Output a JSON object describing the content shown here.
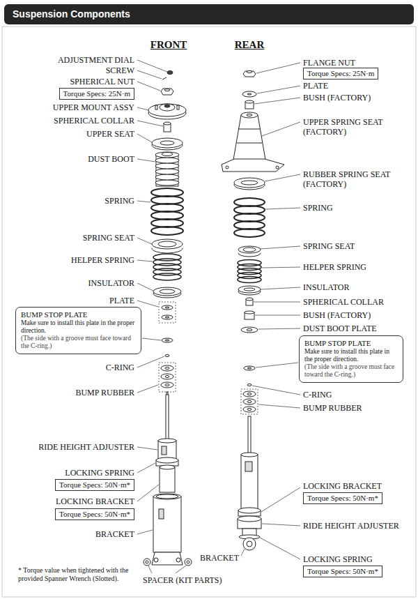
{
  "diagram": {
    "title": "Suspension Components",
    "nodes": [
      {
        "text": [
          "Torque Specs: 25N·m"
        ]
      },
      {
        "text": [
          "Torque Specs: 25N·m"
        ]
      },
      {
        "text": [
          "BUMP STOP PLATE",
          "Make sure to install this plate in the proper direction.",
          "(The side with a groove must face toward the C-ring.)"
        ]
      },
      {
        "text": [
          "BUMP STOP PLATE",
          "Make sure to install this plate in the proper direction.",
          "(The side with a groove must face toward the C-ring.)"
        ]
      },
      {
        "text": [
          "Torque Specs: 50N·m*"
        ]
      },
      {
        "text": [
          "Torque Specs: 50N·m*"
        ]
      },
      {
        "text": [
          "Torque Specs: 50N·m*"
        ]
      },
      {
        "text": [
          "Torque Specs: 50N·m*"
        ]
      }
    ],
    "labels": [
      "FRONT",
      "REAR",
      "ADJUSTMENT DIAL",
      "SCREW",
      "SPHERICAL NUT",
      "UPPER MOUNT ASSY",
      "SPHERICAL COLLAR",
      "UPPER SEAT",
      "DUST BOOT",
      "SPRING",
      "SPRING SEAT",
      "HELPER SPRING",
      "INSULATOR",
      "PLATE",
      "C-RING",
      "BUMP RUBBER",
      "RIDE HEIGHT ADJUSTER",
      "LOCKING SPRING",
      "LOCKING BRACKET",
      "BRACKET",
      "SPACER (KIT PARTS)",
      "FLANGE NUT",
      "PLATE",
      "BUSH (FACTORY)",
      "UPPER SPRING SEAT (FACTORY)",
      "RUBBER SPRING SEAT (FACTORY)",
      "SPRING",
      "SPRING SEAT",
      "HELPER SPRING",
      "INSULATOR",
      "SPHERICAL COLLAR",
      "BUSH (FACTORY)",
      "DUST BOOT PLATE",
      "C-RING",
      "BUMP RUBBER",
      "LOCKING BRACKET",
      "RIDE HEIGHT ADJUSTER",
      "BRACKET",
      "LOCKING SPRING",
      "* Torque value when tightened with the provided Spanner Wrench (Slotted)."
    ]
  }
}
